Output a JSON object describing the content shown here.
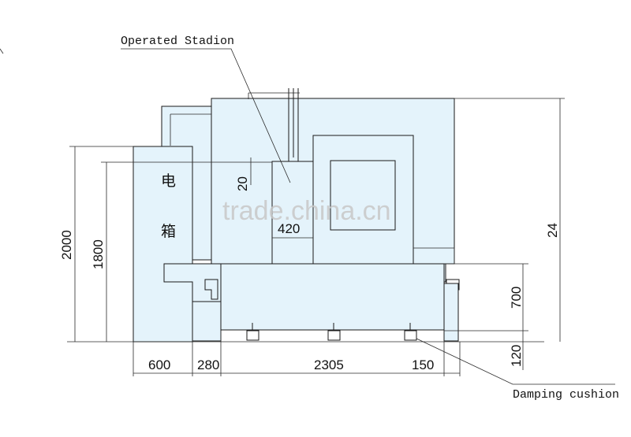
{
  "labels": {
    "operated_station": "Operated Stadion",
    "damping_cushion": "Damping cushion"
  },
  "cabinet_text": {
    "char1": "电",
    "char2": "箱"
  },
  "dimensions": {
    "d2000": "2000",
    "d1800": "1800",
    "d20": "20",
    "d420": "420",
    "d24": "24",
    "d700": "700",
    "d120": "120",
    "d600": "600",
    "d280": "280",
    "d2305": "2305",
    "d150": "150"
  },
  "watermark": "trade.china.cn",
  "colors": {
    "machine_fill": "#e4f3fb",
    "line": "#1a1a1a"
  }
}
